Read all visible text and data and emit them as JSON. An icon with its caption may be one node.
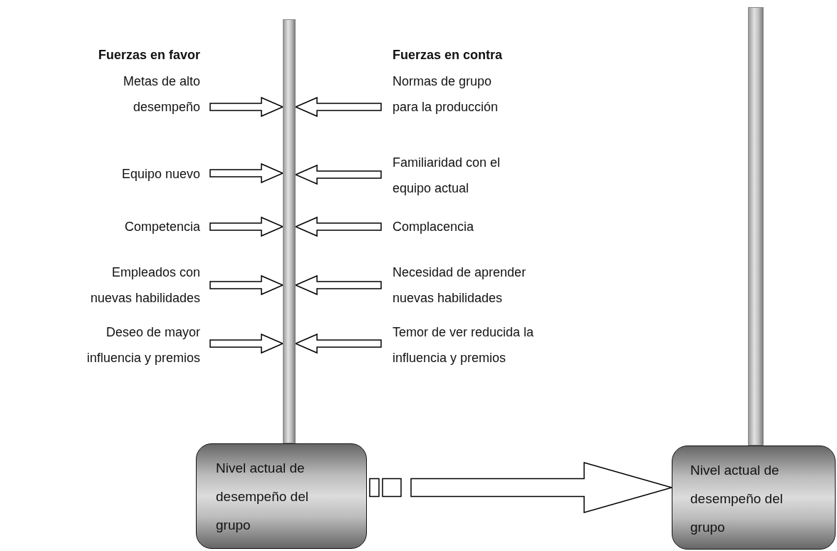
{
  "diagram": {
    "nodes": [
      {
        "text": [],
        "shape": "bar"
      },
      {
        "text": [
          "Metas de alto desempeño"
        ]
      },
      {
        "text": [
          "Equipo nuevo"
        ]
      },
      {
        "text": [
          "Competencia"
        ]
      },
      {
        "text": [
          "Empleados con nuevas habilidades"
        ]
      },
      {
        "text": [
          "Deseo de mayor influencia y premios"
        ]
      },
      {
        "text": [
          "Normas de grupo para la producción"
        ]
      },
      {
        "text": [
          "Familiaridad con el equipo actual"
        ]
      },
      {
        "text": [
          "Complacencia"
        ]
      },
      {
        "text": [
          "Necesidad de aprender nuevas habilidades"
        ]
      },
      {
        "text": [
          "Temor de ver reducida la influencia y premios"
        ]
      },
      {
        "text": [
          "Nivel actual de desempeño del grupo"
        ]
      },
      {
        "text": [],
        "shape": "bar"
      },
      {
        "text": [
          "Nivel actual de desempeño del grupo"
        ]
      }
    ],
    "edges": [
      {
        "from": 1,
        "to": 0,
        "arrow": "to"
      },
      {
        "from": 2,
        "to": 0,
        "arrow": "to"
      },
      {
        "from": 3,
        "to": 0,
        "arrow": "to"
      },
      {
        "from": 4,
        "to": 0,
        "arrow": "to"
      },
      {
        "from": 5,
        "to": 0,
        "arrow": "to"
      },
      {
        "from": 6,
        "to": 0,
        "arrow": "to"
      },
      {
        "from": 7,
        "to": 0,
        "arrow": "to"
      },
      {
        "from": 8,
        "to": 0,
        "arrow": "to"
      },
      {
        "from": 9,
        "to": 0,
        "arrow": "to"
      },
      {
        "from": 10,
        "to": 0,
        "arrow": "to"
      },
      {
        "from": 11,
        "to": 13,
        "arrow": "to"
      }
    ],
    "labels": [
      "Fuerzas en favor",
      "Fuerzas en contra"
    ]
  }
}
